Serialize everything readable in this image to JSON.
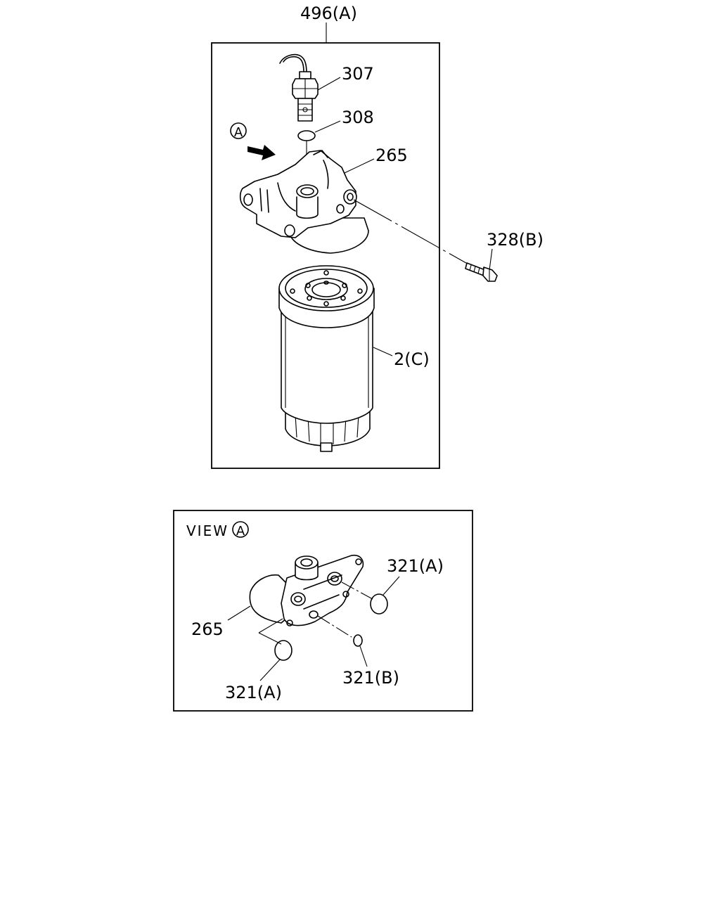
{
  "labels": {
    "assembly": "496(A)",
    "sensor": "307",
    "sensor_oring": "308",
    "view_ref": "A",
    "housing": "265",
    "bolt": "328(B)",
    "filter": "2(C)"
  },
  "view_panel": {
    "title": "VIEW",
    "ref": "A",
    "housing": "265",
    "oring_upper": "321(A)",
    "oring_lower": "321(A)",
    "oring_small": "321(B)"
  }
}
